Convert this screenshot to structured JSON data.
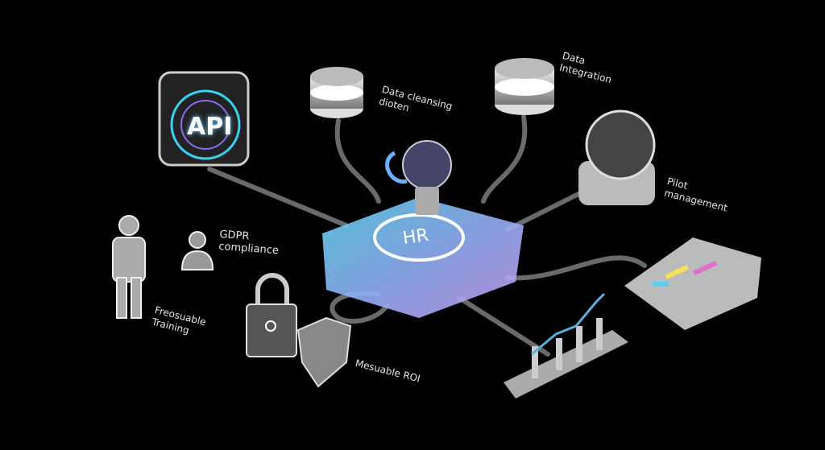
{
  "nodes": {
    "api": {
      "label": "API"
    },
    "hub": {
      "label": "HR"
    },
    "data_cleansing": {
      "line1": "Data cleansing",
      "line2": "dioten"
    },
    "data_integration": {
      "line1": "Data",
      "line2": "Integration"
    },
    "pilot": {
      "line1": "Pilot",
      "line2": "management"
    },
    "gdpr": {
      "line1": "GDPR",
      "line2": "compliance"
    },
    "training": {
      "line1": "Freosuable",
      "line2": "Training"
    },
    "roi": {
      "label": "Mesuable ROI"
    }
  },
  "colors": {
    "background": "#000000",
    "hub_gradient_start": "#5fd6f0",
    "hub_gradient_end": "#b48cf0",
    "chart_line": "#5ab0e0"
  }
}
